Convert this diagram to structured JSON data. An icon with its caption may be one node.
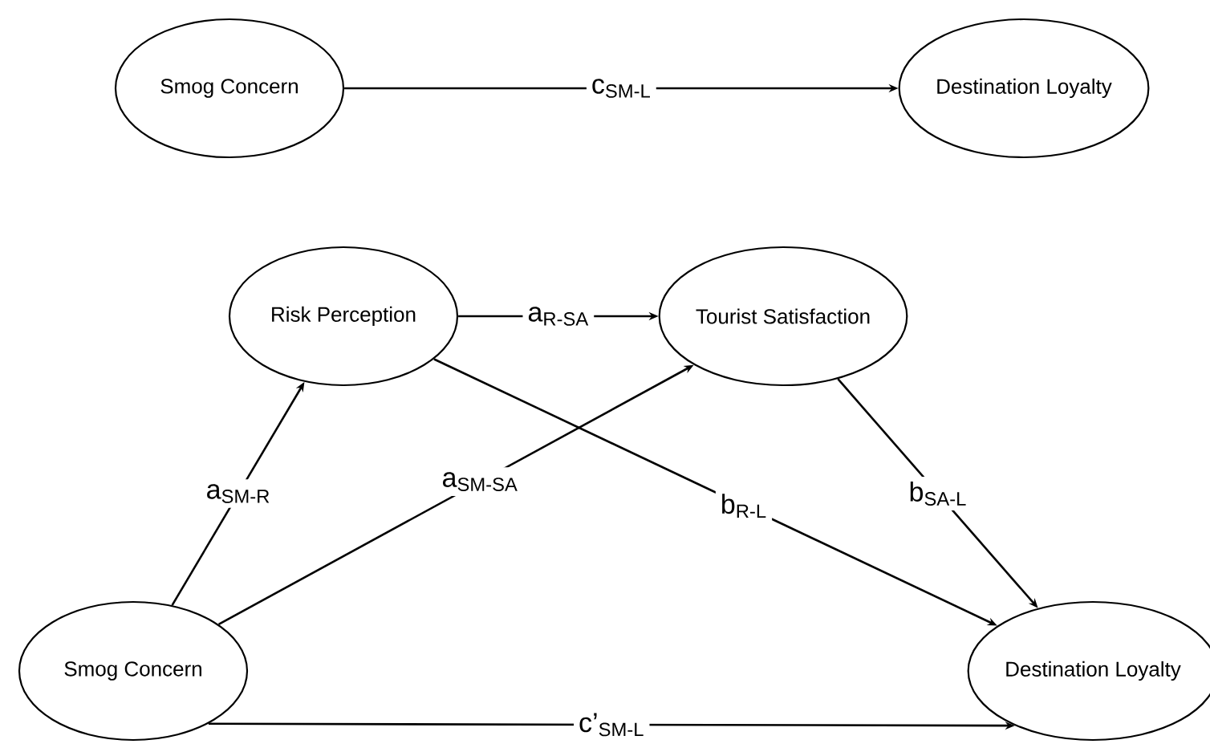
{
  "diagram": {
    "nodes": [
      {
        "text": [
          "Smog Concern"
        ]
      },
      {
        "text": [
          "Destination Loyalty"
        ]
      },
      {
        "text": [
          "Risk Perception"
        ]
      },
      {
        "text": [
          "Tourist Satisfaction"
        ]
      },
      {
        "text": [
          "Smog Concern"
        ]
      },
      {
        "text": [
          "Destination Loyalty"
        ]
      }
    ],
    "edges": [
      {
        "from": 0,
        "to": 1,
        "arrow": "to",
        "label": "c$_{SM-L}$"
      },
      {
        "from": 2,
        "to": 3,
        "arrow": "to",
        "label": "a$_{R-SA}$"
      },
      {
        "from": 4,
        "to": 2,
        "arrow": "to",
        "label": "a$_{SM-R}$"
      },
      {
        "from": 4,
        "to": 3,
        "arrow": "to",
        "label": "a$_{SM-SA}$"
      },
      {
        "from": 2,
        "to": 5,
        "arrow": "to",
        "label": "b$_{R-L}$"
      },
      {
        "from": 3,
        "to": 5,
        "arrow": "to",
        "label": "b$_{SA-L}$"
      },
      {
        "from": 4,
        "to": 5,
        "arrow": "to",
        "label": "c’$_{SM-L}$"
      }
    ]
  }
}
